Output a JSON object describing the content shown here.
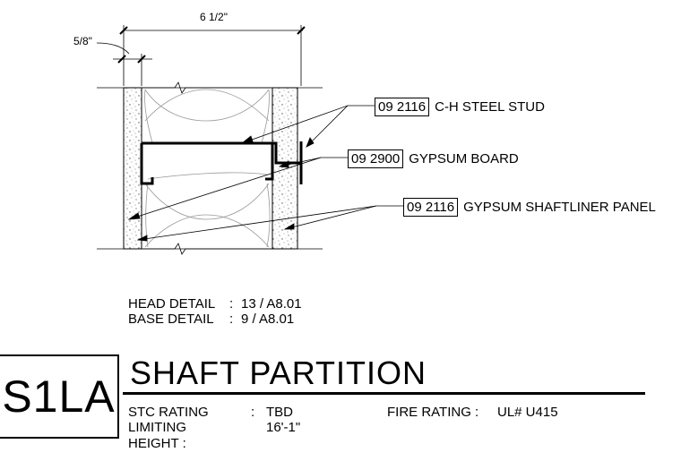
{
  "dimensions": {
    "overall": "6 1/2\"",
    "board": "5/8\""
  },
  "callouts": [
    {
      "code": "09 2116",
      "label": "C-H STEEL STUD"
    },
    {
      "code": "09 2900",
      "label": "GYPSUM BOARD"
    },
    {
      "code": "09 2116",
      "label": "GYPSUM SHAFTLINER PANEL"
    }
  ],
  "details": {
    "head_label": "HEAD DETAIL",
    "head_sep": ":",
    "head_value": "13 / A8.01",
    "base_label": "BASE DETAIL",
    "base_sep": ":",
    "base_value": "9 / A8.01"
  },
  "title_block": {
    "code": "S1LA",
    "title": "SHAFT PARTITION",
    "stc_label": "STC RATING",
    "stc_sep": ":",
    "stc_value": "TBD",
    "fire_label": "FIRE RATING :",
    "fire_value": "UL# U415",
    "limiting_label_1": "LIMITING",
    "limiting_label_2": "HEIGHT  :",
    "limiting_value": "16'-1\""
  }
}
